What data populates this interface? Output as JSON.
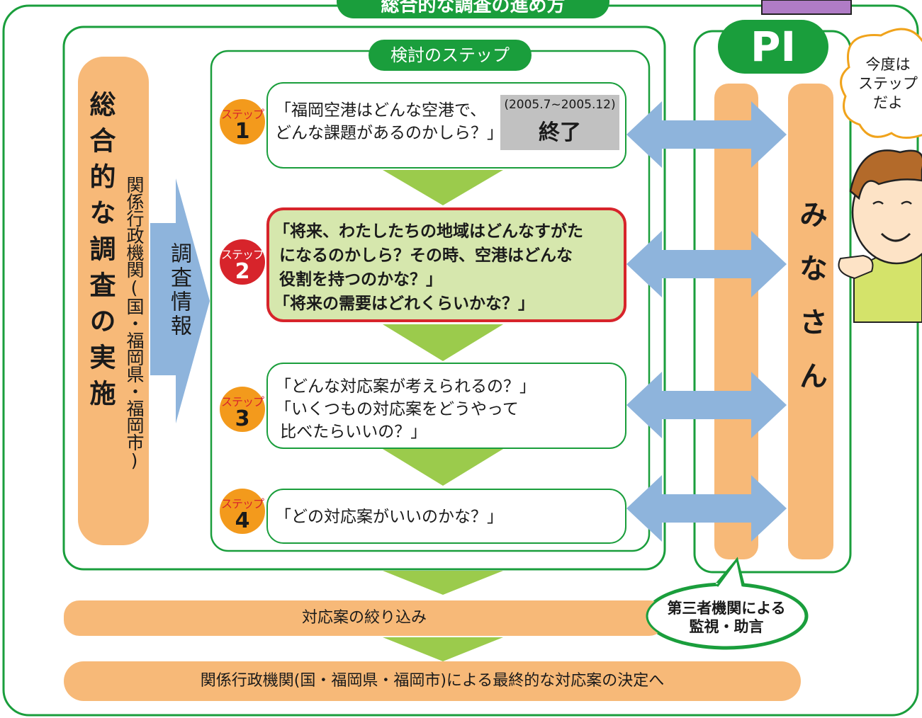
{
  "header": {
    "title": "総合的な調査の進め方"
  },
  "left_panel": {
    "main_label": "総合的な調査の実施",
    "agencies": "関係行政機関(国・福岡県・福岡市)"
  },
  "flow_arrow_label": "調査情報",
  "steps_panel": {
    "title": "検討のステップ",
    "steps": [
      {
        "badge_label": "ステップ",
        "number": "1",
        "color": "#f39a1c",
        "text": "「福岡空港はどんな空港で、\nどんな課題があるのかしら？」",
        "status_period": "(2005.7~2005.12)",
        "status": "終了"
      },
      {
        "badge_label": "ステップ",
        "number": "2",
        "color": "#d7242b",
        "text": "「将来、わたしたちの地域はどんなすがた\n になるのかしら？その時、空港はどんな\n 役割を持つのかな？」\n「将来の需要はどれくらいかな？」"
      },
      {
        "badge_label": "ステップ",
        "number": "3",
        "color": "#f39a1c",
        "text": "「どんな対応案が考えられるの？」\n「いくつもの対応案をどうやって\n 比べたらいいの？」"
      },
      {
        "badge_label": "ステップ",
        "number": "4",
        "color": "#f39a1c",
        "text": "「どの対応案がいいのかな？」"
      }
    ]
  },
  "pi_panel": {
    "title": "PI",
    "minasan": "みなさん"
  },
  "speech_bubble": {
    "text": "今度は\nステップ\nだよ"
  },
  "monitor_bubble": {
    "text": "第三者機関による\n監視・助言"
  },
  "bottom": {
    "narrowing": "対応案の絞り込み",
    "final_decision": "関係行政機関(国・福岡県・福岡市)による最終的な対応案の決定へ"
  },
  "colors": {
    "green": "#1a9e3c",
    "orange_bar": "#f7b978",
    "blue_arrow": "#8eb4dc",
    "light_green_arrow": "#9bcb4c"
  }
}
